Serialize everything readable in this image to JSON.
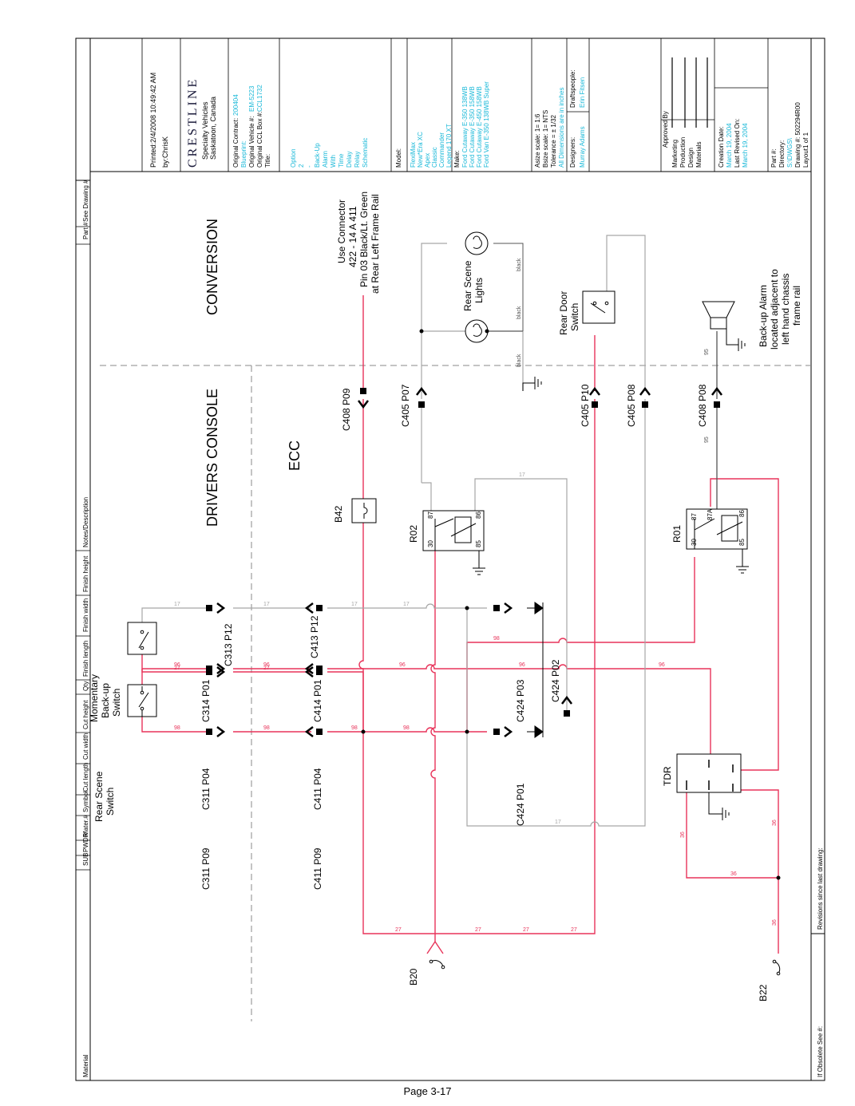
{
  "header_columns": [
    "Material",
    "SUB",
    "PWDR",
    "Mater.#",
    "Symbol",
    "Cut length",
    "Cut width",
    "Cut height",
    "Qty",
    "Finish length",
    "Finish width",
    "Finish height",
    "Notes/Description",
    "Part #",
    "See Drawing #"
  ],
  "title_block": {
    "printed": "Printed:2/4/2008 10:49:42 AM",
    "by": "by:ChrisK",
    "brand": "CRESTLINE",
    "company_line1": "Specialty Vehicles",
    "company_line2": "Saskatoon, Canada",
    "orig_contract_label": "Original Contract:",
    "orig_contract_value": "200404",
    "blueprint_label": "Blueprint:",
    "orig_vehicle_label": "Original Vehicle #:",
    "orig_vehicle_value": "EM-5223",
    "orig_ccl_label": "Original CCL Box #:",
    "orig_ccl_value": "CCL1732",
    "title_label": "Title:",
    "title_lines": [
      "Option",
      "2",
      "-",
      "Back-Up",
      "Alarm",
      "With",
      "Time",
      "Delay",
      "Relay",
      "Schematic"
    ],
    "model_label": "Model:",
    "models": [
      "FlexiMax",
      "New*Era XC",
      "Apex",
      "Classic",
      "Commander",
      "Legend 170 XT"
    ],
    "make_label": "Make:",
    "makes": [
      "Ford Cutaway E-350 138WB",
      "Ford Cutaway E-350 158WB",
      "Ford Cutaway E-450 158WB",
      "Ford Van E-350 138WB Super"
    ],
    "asize": "Asize scale: 1= 1:6",
    "bsize": "Bsize scale: 1= NTS",
    "tolerance": "Tolerance = ± 1/32",
    "dims_note": "All Dimensions are in inches",
    "designers_label": "Designers:",
    "designer_value": "Murray Adams",
    "draftspeople_label": "Draftspeople:",
    "drafter_value": "Erin Fitsen",
    "approved_label": "Approved By",
    "approvals": [
      "Marketing",
      "Production",
      "Design",
      "Materials"
    ],
    "creation_label": "Creation Date:",
    "creation_value": "March 19, 2004",
    "revised_label": "Last Revised On:",
    "revised_value": "March 19, 2004",
    "part_label": "Part #:",
    "directory_label": "Directory:",
    "directory_value": "S:\\DWGS\\",
    "drawing_label": "Drawing #: 502294R00",
    "layout_label": "Layout1 of 1",
    "obsolete_label": "If Obsolete See #:",
    "revisions_label": "Revisions since last drawing:"
  },
  "sections": {
    "conversion": "CONVERSION",
    "drivers_console": "DRIVERS CONSOLE",
    "ecc": "ECC"
  },
  "components": {
    "momentary_switch": [
      "Momentary",
      "Back-up",
      "Switch"
    ],
    "rear_scene_switch": [
      "Rear Scene",
      "Switch"
    ],
    "rear_scene_lights": [
      "Rear Scene",
      "Lights"
    ],
    "rear_door_switch": [
      "Rear Door",
      "Switch"
    ],
    "alarm": [
      "Back-up Alarm",
      "located adjacent to",
      "left hand chassis",
      "frame rail"
    ],
    "use_connector": [
      "Use Connector",
      "422 - 14 A 411",
      "Pin 03 Black/Lt. Green",
      "at Rear Left Frame Rail"
    ],
    "b42": "B42",
    "r02": "R02",
    "r01": "R01",
    "tdr": "TDR",
    "b20": "B20",
    "b22": "B22"
  },
  "connectors": {
    "c313": "C313 P12",
    "c413": "C413 P12",
    "c314": "C314 P01",
    "c414": "C414 P01",
    "c311p04": "C311 P04",
    "c411p04": "C411 P04",
    "c311p09": "C311 P09",
    "c411p09": "C411 P09",
    "c424p03": "C424 P03",
    "c424p02": "C424 P02",
    "c424p01": "C424 P01",
    "c408p09": "C408 P09",
    "c405p07": "C405 P07",
    "c405p10": "C405 P10",
    "c405p08": "C405 P08",
    "c408p08": "C408 P08"
  },
  "relay_pins": {
    "p30": "30",
    "p87": "87",
    "p86": "86",
    "p85": "85",
    "p87a": "87A"
  },
  "wires": {
    "w96": "96",
    "w98": "98",
    "w27": "27",
    "w17": "17",
    "w95": "95",
    "w36": "36",
    "black": "black"
  },
  "colors": {
    "red": "#e8345a",
    "grey": "#a6a6a6",
    "dark": "#555555",
    "cyan": "#19b8d8"
  },
  "page": "Page 3-17"
}
